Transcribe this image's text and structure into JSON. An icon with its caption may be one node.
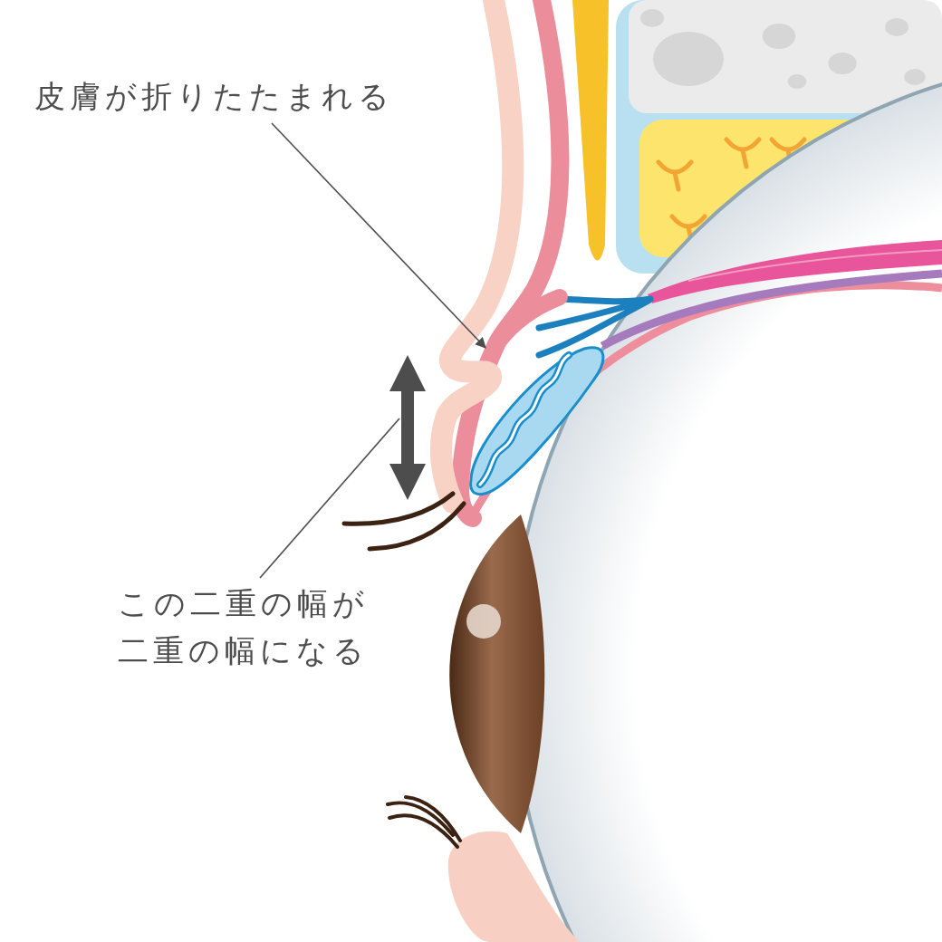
{
  "diagram": {
    "nodes": [
      {
        "text": [
          "皮膚が折りたたまれる"
        ]
      },
      {
        "text": [
          "この二重の幅が二重の幅になる"
        ]
      }
    ],
    "edges": [
      {
        "from": 0,
        "to": null,
        "arrow": "to"
      },
      {
        "from": 1,
        "to": null,
        "arrow": "none"
      }
    ]
  }
}
